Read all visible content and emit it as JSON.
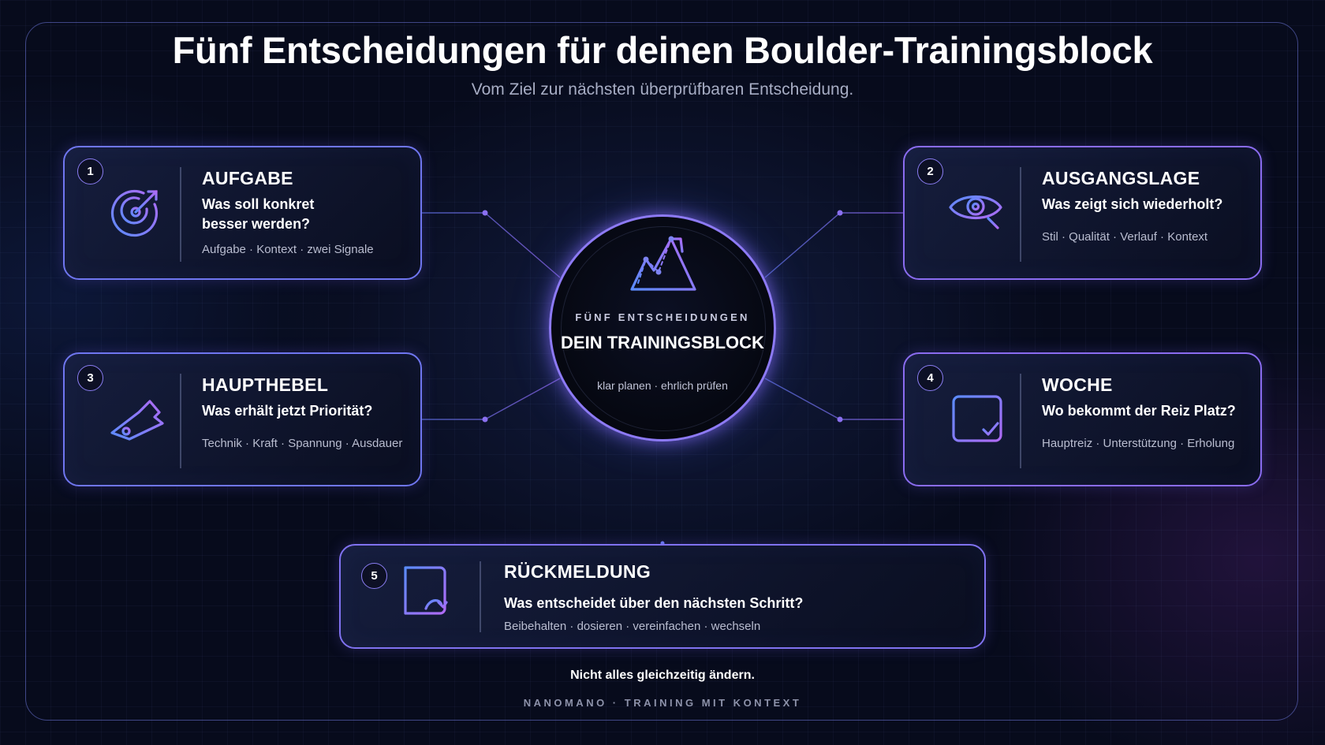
{
  "header": {
    "title": "Fünf Entscheidungen für deinen Boulder-Trainingsblock",
    "subtitle": "Vom Ziel zur nächsten überprüfbaren Entscheidung."
  },
  "center": {
    "kicker": "FÜNF ENTSCHEIDUNGEN",
    "title": "DEIN TRAININGSBLOCK",
    "subtitle": "klar planen · ehrlich prüfen",
    "icon": "mountain-chart-icon"
  },
  "cards": [
    {
      "number": "1",
      "heading": "AUFGABE",
      "question": "Was soll konkret besser werden?",
      "tags": "Aufgabe · Kontext · zwei Signale",
      "icon": "target-icon"
    },
    {
      "number": "2",
      "heading": "AUSGANGSLAGE",
      "question": "Was zeigt sich wiederholt?",
      "tags": "Stil · Qualität · Verlauf · Kontext",
      "icon": "eye-icon"
    },
    {
      "number": "3",
      "heading": "HAUPTHEBEL",
      "question": "Was erhält jetzt Priorität?",
      "tags": "Technik · Kraft · Spannung · Ausdauer",
      "icon": "lever-icon"
    },
    {
      "number": "4",
      "heading": "WOCHE",
      "question": "Wo bekommt der Reiz Platz?",
      "tags": "Hauptreiz · Unterstützung · Erholung",
      "icon": "calendar-icon"
    },
    {
      "number": "5",
      "heading": "RÜCKMELDUNG",
      "question": "Was entscheidet über den nächsten Schritt?",
      "tags": "Beibehalten · dosieren · vereinfachen · wechseln",
      "icon": "notes-icon"
    }
  ],
  "footer": {
    "note": "Nicht alles gleichzeitig ändern.",
    "brand": "NANOMANO · TRAINING MIT KONTEXT"
  },
  "colors": {
    "background": "#070b1c",
    "accent_blue": "#5b8cff",
    "accent_violet": "#a36bf5",
    "text_muted": "#b9bdd0"
  }
}
